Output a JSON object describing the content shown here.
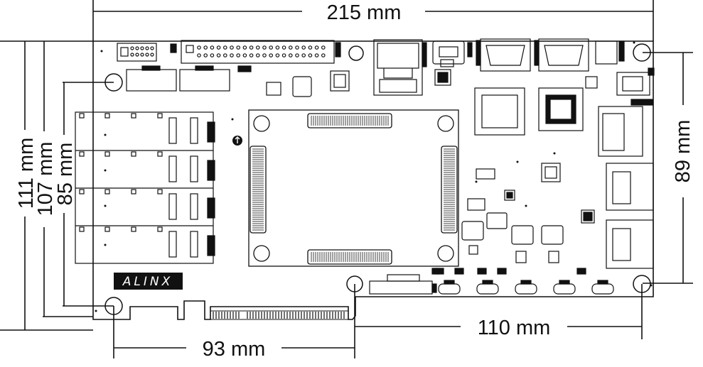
{
  "dimensions": {
    "board_width": "215 mm",
    "board_height": "111 mm",
    "height_107": "107 mm",
    "height_85": "85 mm",
    "right_height": "89 mm",
    "bottom_right_width": "110 mm",
    "bottom_left_width": "93 mm"
  },
  "board": {
    "logo": "ALINX"
  },
  "colors": {
    "line": "#111111",
    "background": "#ffffff"
  }
}
